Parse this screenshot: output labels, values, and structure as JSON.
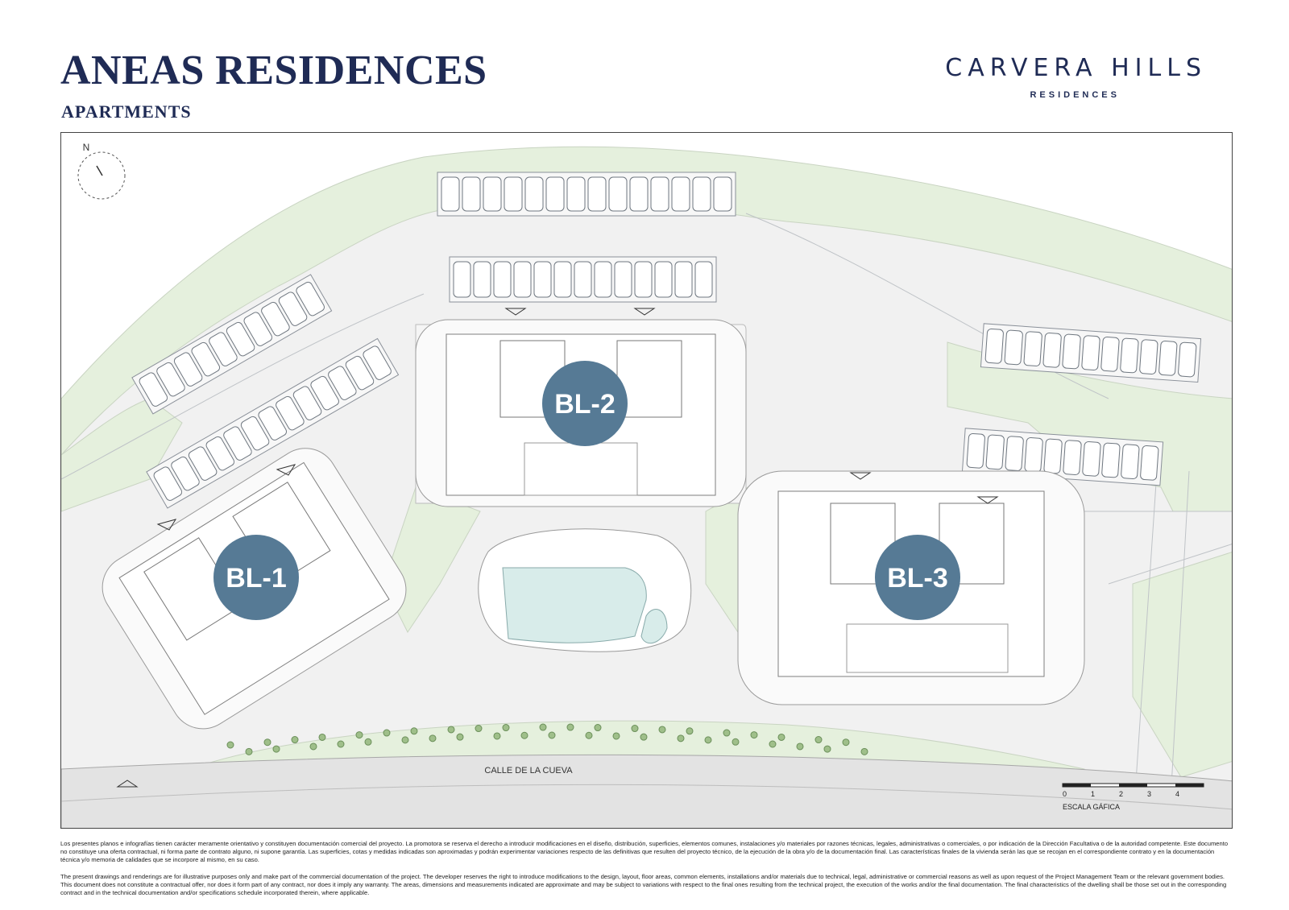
{
  "header": {
    "title": "ANEAS RESIDENCES",
    "subtitle": "APARTMENTS",
    "brand_name": "CARVERA HILLS",
    "brand_sub": "RESIDENCES"
  },
  "map": {
    "north_label": "N",
    "street_label": "CALLE DE LA CUEVA",
    "blocks": [
      {
        "id": "bl1",
        "label": "BL-1"
      },
      {
        "id": "bl2",
        "label": "BL-2"
      },
      {
        "id": "bl3",
        "label": "BL-3"
      }
    ],
    "scale": {
      "title": "ESCALA GÁFICA",
      "ticks": [
        "0",
        "1",
        "2",
        "3",
        "4"
      ]
    },
    "colors": {
      "green": "#e5f0dd",
      "paving": "#ececec",
      "building": "#ffffff",
      "marker": "#567a95",
      "pool": "#d8ecea",
      "lines": "#8a8f96"
    }
  },
  "disclaimer": {
    "es": "Los presentes planos e infografías tienen carácter meramente orientativo y constituyen documentación comercial del proyecto. La promotora se reserva el derecho a introducir modificaciones en el diseño, distribución, superficies, elementos comunes, instalaciones y/o materiales por razones técnicas, legales, administrativas o comerciales, o por indicación de la Dirección Facultativa o de la autoridad competente. Este documento no constituye una oferta contractual, ni forma parte de contrato alguno, ni supone garantía. Las superficies, cotas y medidas indicadas son aproximadas y podrán experimentar variaciones respecto de las definitivas que resulten del proyecto técnico, de la ejecución de la obra y/o de la documentación final. Las características finales de la vivienda serán las que se recojan en el correspondiente contrato y en la documentación técnica y/o memoria de calidades que se incorpore al mismo, en su caso.",
    "en": "The present drawings and renderings are for illustrative purposes only and make part of the commercial documentation of the project. The developer reserves the right to introduce modifications to the design, layout, floor areas, common elements, installations and/or materials due to technical, legal, administrative or commercial reasons as well as upon request of the Project Management Team or the relevant government bodies. This document does not constitute a contractual offer, nor does it form part of any contract, nor does it imply any warranty. The areas, dimensions and measurements indicated are approximate and may be subject to variations with respect to the final ones resulting from the technical project, the execution of the works and/or the final documentation. The final characteristics of the dwelling shall be those set out in the corresponding contract and in the technical documentation and/or specifications schedule incorporated therein, where applicable."
  }
}
